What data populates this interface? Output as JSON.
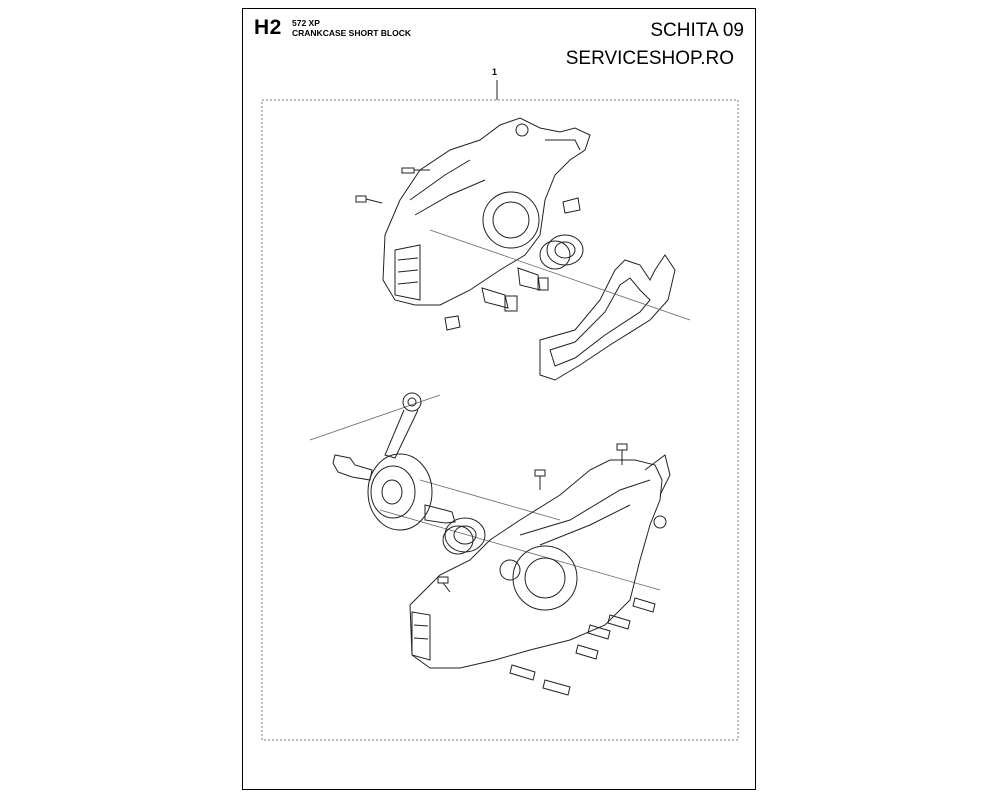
{
  "header": {
    "code": "H2",
    "model": "572 XP",
    "subtitle": "CRANKCASE SHORT BLOCK",
    "sheet_label": "SCHITA 09",
    "website": "SERVICESHOP.RO"
  },
  "callouts": [
    {
      "number": "1"
    }
  ]
}
